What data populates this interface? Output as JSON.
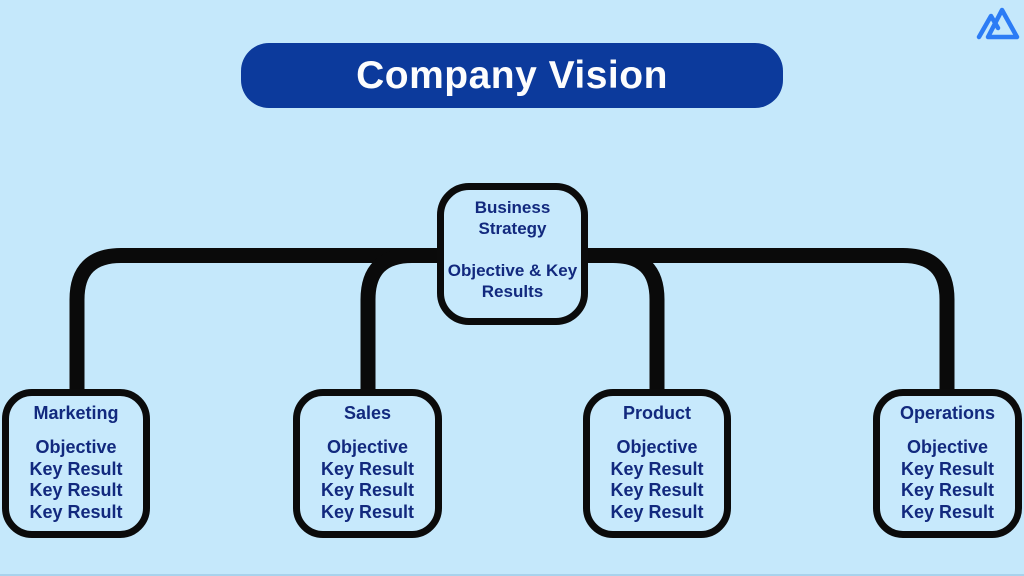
{
  "colors": {
    "background": "#c5e8fb",
    "banner_bg": "#0c3a9c",
    "banner_text": "#fdfdfd",
    "node_text": "#12297e",
    "node_border": "#0b0b0b"
  },
  "title_banner": {
    "label": "Company Vision"
  },
  "logo": {
    "name": "mountain-logo",
    "color": "#2c7cf5"
  },
  "diagram": {
    "line_color": "#0a0a0a",
    "root": {
      "title": "Business Strategy",
      "subtitle": "Objective & Key Results"
    },
    "departments": [
      {
        "name": "Marketing",
        "items": [
          "Objective",
          "Key Result",
          "Key Result",
          "Key Result"
        ]
      },
      {
        "name": "Sales",
        "items": [
          "Objective",
          "Key Result",
          "Key Result",
          "Key Result"
        ]
      },
      {
        "name": "Product",
        "items": [
          "Objective",
          "Key Result",
          "Key Result",
          "Key Result"
        ]
      },
      {
        "name": "Operations",
        "items": [
          "Objective",
          "Key Result",
          "Key Result",
          "Key Result"
        ]
      }
    ]
  }
}
